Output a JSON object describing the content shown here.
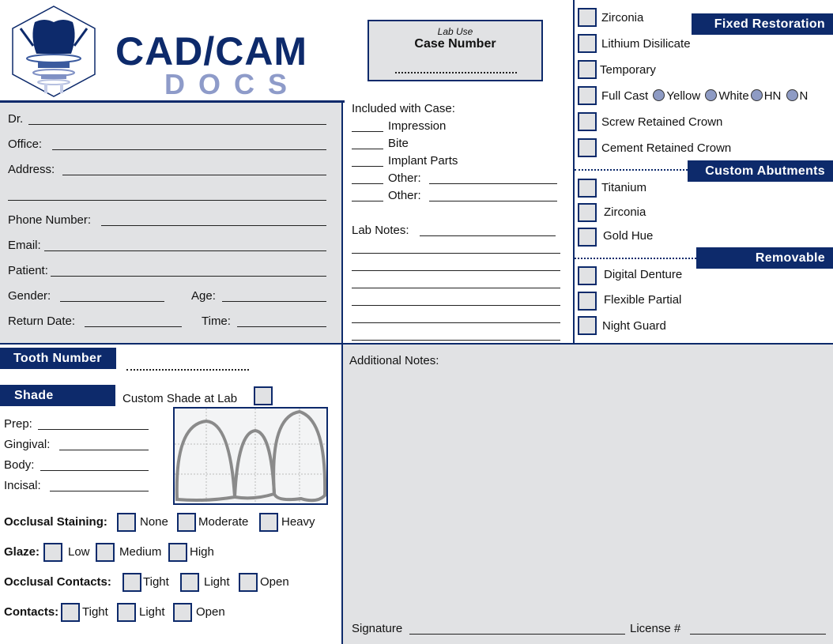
{
  "logo": {
    "title": "CAD/CAM",
    "subtitle": "DOCS"
  },
  "lab_use": {
    "label": "Lab Use",
    "title": "Case Number"
  },
  "doctor_fields": {
    "dr": "Dr.",
    "office": "Office:",
    "address": "Address:",
    "phone": "Phone Number:",
    "email": "Email:",
    "patient": "Patient:",
    "gender": "Gender:",
    "age": "Age:",
    "return_date": "Return Date:",
    "time": "Time:"
  },
  "included": {
    "title": "Included with Case:",
    "items": [
      "Impression",
      "Bite",
      "Implant Parts",
      "Other:",
      "Other:"
    ],
    "lab_notes": "Lab Notes:"
  },
  "fixed": {
    "header": "Fixed Restoration",
    "items": [
      "Zirconia",
      "Lithium Disilicate",
      "Temporary",
      "Full Cast",
      "Screw Retained Crown",
      "Cement Retained Crown"
    ],
    "full_cast_options": [
      "Yellow",
      "White",
      "HN",
      "N"
    ]
  },
  "abutments": {
    "header": "Custom Abutments",
    "items": [
      "Titanium",
      "Zirconia",
      "Gold Hue"
    ]
  },
  "removable": {
    "header": "Removable",
    "items": [
      "Digital Denture",
      "Flexible Partial",
      "Night Guard"
    ]
  },
  "tooth": {
    "header": "Tooth Number"
  },
  "shade": {
    "header": "Shade",
    "custom": "Custom Shade at Lab",
    "fields": [
      "Prep:",
      "Gingival:",
      "Body:",
      "Incisal:"
    ]
  },
  "occlusal_staining": {
    "label": "Occlusal Staining:",
    "options": [
      "None",
      "Moderate",
      "Heavy"
    ]
  },
  "glaze": {
    "label": "Glaze:",
    "options": [
      "Low",
      "Medium",
      "High"
    ]
  },
  "occlusal_contacts": {
    "label": "Occlusal Contacts:",
    "options": [
      "Tight",
      "Light",
      "Open"
    ]
  },
  "contacts": {
    "label": "Contacts:",
    "options": [
      "Tight",
      "Light",
      "Open"
    ]
  },
  "notes": {
    "title": "Additional Notes:",
    "signature": "Signature",
    "license": "License #"
  },
  "colors": {
    "navy": "#0d2a6b",
    "gray": "#e1e2e4",
    "light_blue": "#8e9bc9"
  }
}
